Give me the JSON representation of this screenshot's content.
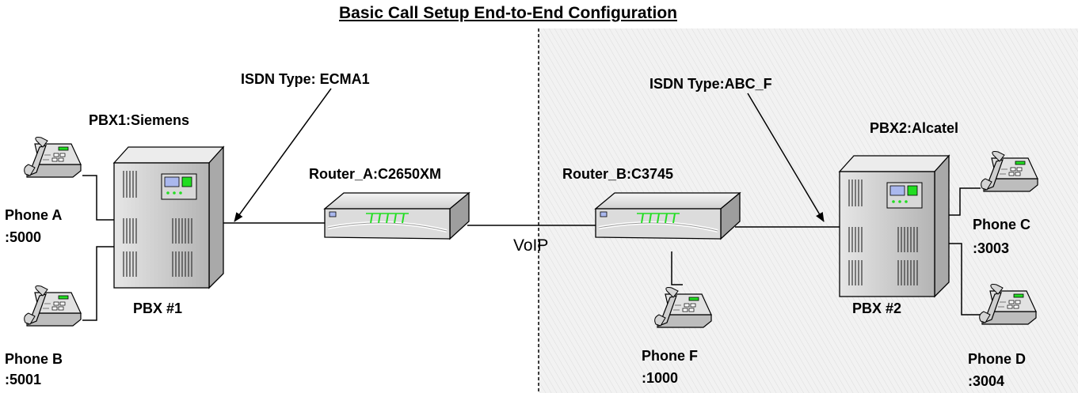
{
  "title": "Basic Call Setup End-to-End Configuration",
  "isdn_left": "ISDN Type: ECMA1",
  "isdn_right": "ISDN Type:ABC_F",
  "pbx1_name": "PBX1:Siemens",
  "pbx2_name": "PBX2:Alcatel",
  "pbx1_label": "PBX #1",
  "pbx2_label": "PBX #2",
  "router_a": "Router_A:C2650XM",
  "router_b": "Router_B:C3745",
  "voip": "VoIP",
  "phones": {
    "a": {
      "name": "Phone A",
      "ext": ":5000"
    },
    "b": {
      "name": "Phone B",
      "ext": ":5001"
    },
    "c": {
      "name": "Phone C",
      "ext": ":3003"
    },
    "d": {
      "name": "Phone D",
      "ext": ":3004"
    },
    "f": {
      "name": "Phone F",
      "ext": ":1000"
    }
  },
  "colors": {
    "led_green": "#22dd22",
    "pbx_gray": "#c8c8c8",
    "router_gray": "#d9d9d9",
    "region_fill": "#eeeeee"
  }
}
